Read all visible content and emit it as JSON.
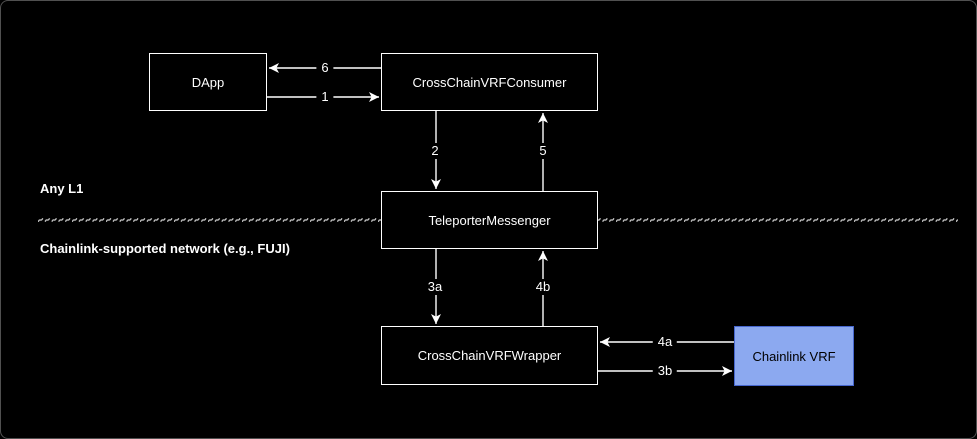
{
  "zones": {
    "top": {
      "label": "Any L1"
    },
    "bottom": {
      "label": "Chainlink-supported network (e.g., FUJI)"
    }
  },
  "nodes": {
    "dapp": {
      "label": "DApp"
    },
    "consumer": {
      "label": "CrossChainVRFConsumer"
    },
    "teleporter": {
      "label": "TeleporterMessenger"
    },
    "wrapper": {
      "label": "CrossChainVRFWrapper"
    },
    "chainlink_vrf": {
      "label": "Chainlink VRF"
    }
  },
  "edges": {
    "step1": {
      "label": "1",
      "from": "DApp",
      "to": "CrossChainVRFConsumer"
    },
    "step2": {
      "label": "2",
      "from": "CrossChainVRFConsumer",
      "to": "TeleporterMessenger"
    },
    "step3a": {
      "label": "3a",
      "from": "TeleporterMessenger",
      "to": "CrossChainVRFWrapper"
    },
    "step3b": {
      "label": "3b",
      "from": "CrossChainVRFWrapper",
      "to": "Chainlink VRF"
    },
    "step4a": {
      "label": "4a",
      "from": "Chainlink VRF",
      "to": "CrossChainVRFWrapper"
    },
    "step4b": {
      "label": "4b",
      "from": "CrossChainVRFWrapper",
      "to": "TeleporterMessenger"
    },
    "step5": {
      "label": "5",
      "from": "TeleporterMessenger",
      "to": "CrossChainVRFConsumer"
    },
    "step6": {
      "label": "6",
      "from": "CrossChainVRFConsumer",
      "to": "DApp"
    }
  },
  "colors": {
    "background": "#000000",
    "node_fill": "#000000",
    "node_border": "#ffffff",
    "node_text": "#ffffff",
    "edge": "#ffffff",
    "highlight_fill": "#8CA9F0",
    "highlight_border": "#4767CE",
    "highlight_text": "#000000",
    "divider": "#c9c9c9"
  }
}
